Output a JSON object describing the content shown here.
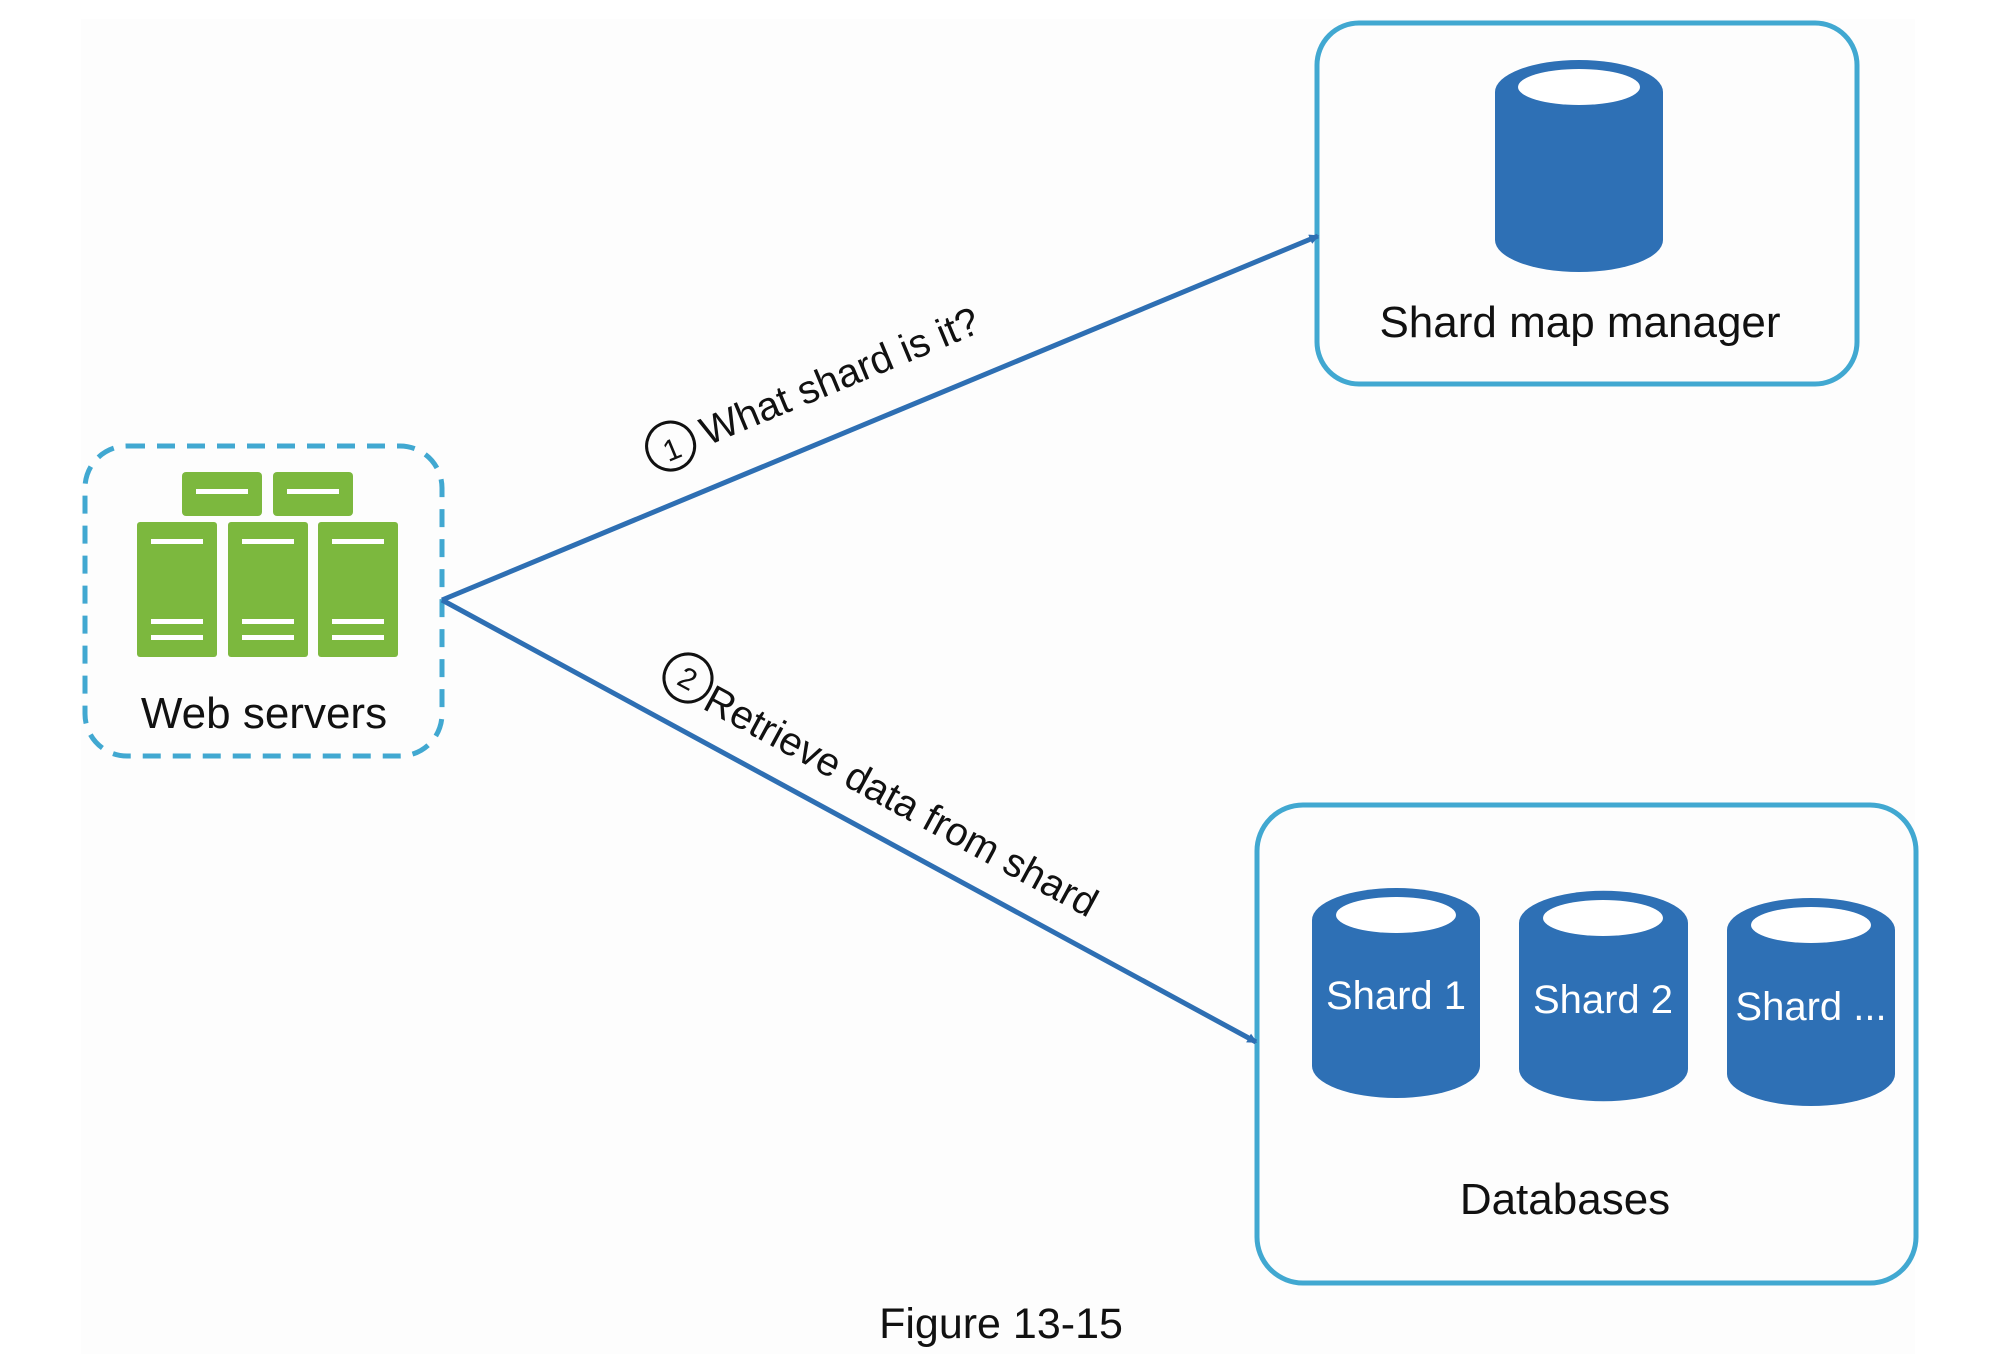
{
  "figure": {
    "caption": "Figure 13-15",
    "colors": {
      "line_blue": "#2e6fb3",
      "box_border": "#41a8d1",
      "db_blue": "#2e70b5",
      "server_green": "#7cb83e"
    }
  },
  "nodes": {
    "web_servers": {
      "label": "Web servers",
      "icon": "server-rack-icon"
    },
    "shard_map_manager": {
      "label": "Shard map manager",
      "icon": "database-icon"
    },
    "databases": {
      "label": "Databases",
      "shards": [
        {
          "label": "Shard 1"
        },
        {
          "label": "Shard 2"
        },
        {
          "label": "Shard ..."
        }
      ]
    }
  },
  "edges": [
    {
      "step": "1",
      "label": "What shard is it?",
      "from": "Web servers",
      "to": "Shard map manager"
    },
    {
      "step": "2",
      "label": "Retrieve data from shard",
      "from": "Web servers",
      "to": "Databases"
    }
  ]
}
